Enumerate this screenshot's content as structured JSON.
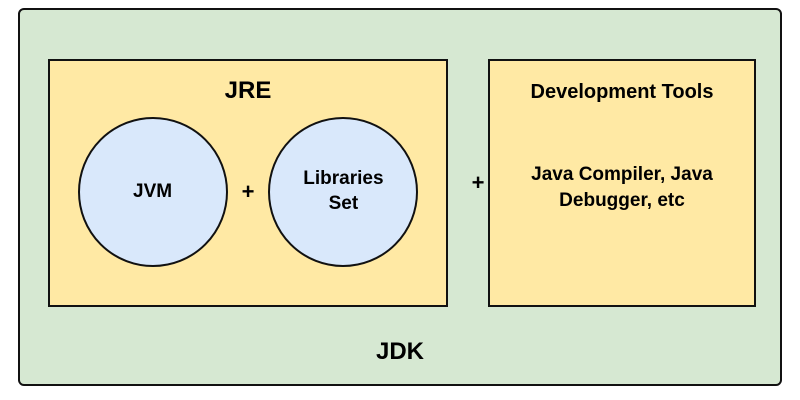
{
  "diagram": {
    "title_meaning": "JDK composition diagram",
    "jdk_label": "JDK",
    "jre": {
      "title": "JRE",
      "jvm_label": "JVM",
      "libraries_label": "Libraries Set",
      "plus_sign": "+"
    },
    "plus_between_jre_and_devtools": "+",
    "dev_tools": {
      "title": "Development Tools",
      "body": "Java Compiler, Java Debugger, etc"
    },
    "colors": {
      "jdk_background": "#d6e8d2",
      "panel_background": "#ffe9a4",
      "circle_background": "#d9e8fb",
      "border": "#111111",
      "text": "#000000"
    }
  }
}
